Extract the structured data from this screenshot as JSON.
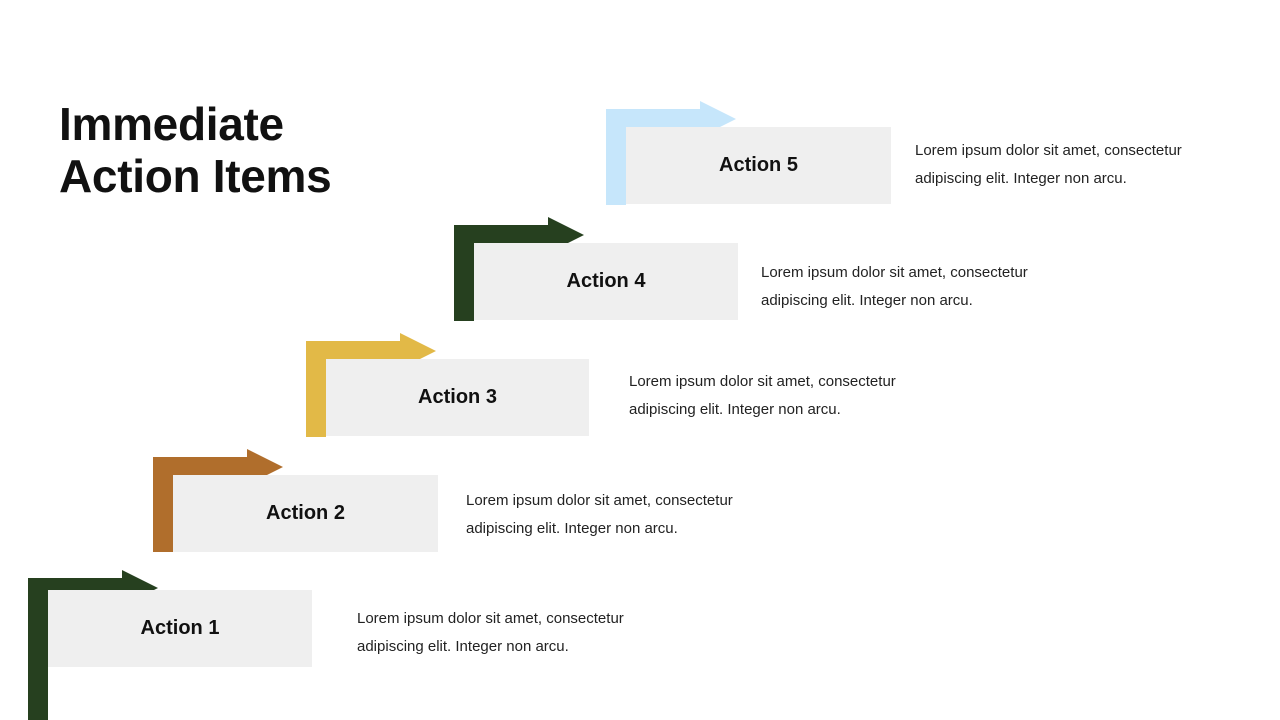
{
  "title": {
    "line1": "Immediate",
    "line2": "Action Items"
  },
  "steps": [
    {
      "label": "Action 1",
      "color": "#26401f",
      "desc_line1": "Lorem ipsum dolor sit amet, consectetur",
      "desc_line2": "adipiscing elit. Integer non arcu."
    },
    {
      "label": "Action 2",
      "color": "#b06e2c",
      "desc_line1": "Lorem ipsum dolor sit amet, consectetur",
      "desc_line2": "adipiscing elit. Integer non arcu."
    },
    {
      "label": "Action 3",
      "color": "#e2b947",
      "desc_line1": "Lorem ipsum dolor sit amet, consectetur",
      "desc_line2": "adipiscing elit. Integer non arcu."
    },
    {
      "label": "Action 4",
      "color": "#26401f",
      "desc_line1": "Lorem ipsum dolor sit amet, consectetur",
      "desc_line2": "adipiscing elit. Integer non arcu."
    },
    {
      "label": "Action 5",
      "color": "#c6e6fb",
      "desc_line1": "Lorem ipsum dolor sit amet, consectetur",
      "desc_line2": "adipiscing elit. Integer non arcu."
    }
  ]
}
